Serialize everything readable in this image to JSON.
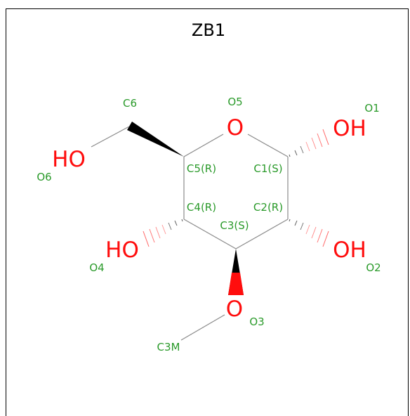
{
  "title": "ZB1",
  "atoms": {
    "O5": "O",
    "O1": "OH",
    "O2": "OH",
    "O3": "O",
    "O4": "HO",
    "O6": "HO"
  },
  "labels": {
    "C6": "C6",
    "O5": "O5",
    "O1": "O1",
    "C5": "C5(R)",
    "C1": "C1(S)",
    "O6": "O6",
    "C4": "C4(R)",
    "C2": "C2(R)",
    "C3": "C3(S)",
    "O4": "O4",
    "O2": "O2",
    "O3": "O3",
    "C3M": "C3M"
  },
  "colors": {
    "heteroatom": "#ff0d0d",
    "atom_label": "#2a9a2a",
    "bond": "#8a8a8a",
    "wedge": "#000000"
  }
}
